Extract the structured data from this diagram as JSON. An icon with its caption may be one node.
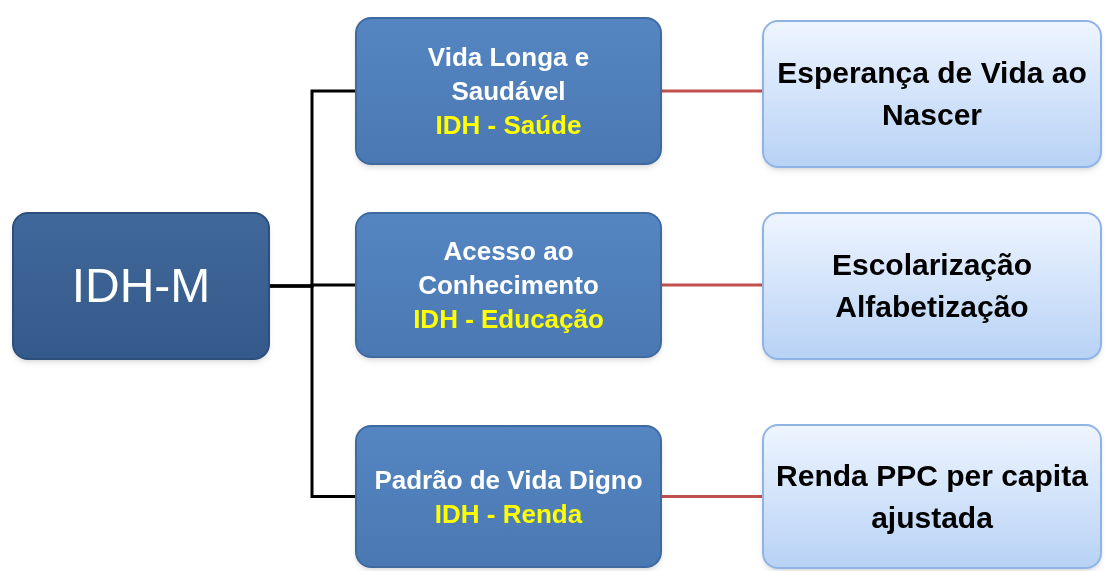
{
  "diagram": {
    "nodes": [
      {
        "text": [
          "IDH-M"
        ]
      },
      {
        "text": [
          "Vida Longa e Saudável",
          "IDH - Saúde"
        ]
      },
      {
        "text": [
          "Esperança de Vida ao Nascer"
        ]
      },
      {
        "text": [
          "Acesso ao Conhecimento",
          "IDH - Educação"
        ]
      },
      {
        "text": [
          "Escolarização Alfabetização"
        ]
      },
      {
        "text": [
          "Padrão de Vida Digno",
          "IDH - Renda"
        ]
      },
      {
        "text": [
          "Renda PPC per capita ajustada"
        ]
      }
    ],
    "edges": [
      {
        "from": 0,
        "to": 1,
        "arrow": "none"
      },
      {
        "from": 0,
        "to": 3,
        "arrow": "none"
      },
      {
        "from": 0,
        "to": 5,
        "arrow": "none"
      },
      {
        "from": 1,
        "to": 2,
        "arrow": "none",
        "color": "#c0504d"
      },
      {
        "from": 3,
        "to": 4,
        "arrow": "none",
        "color": "#c0504d"
      },
      {
        "from": 5,
        "to": 6,
        "arrow": "none",
        "color": "#c0504d"
      }
    ]
  }
}
